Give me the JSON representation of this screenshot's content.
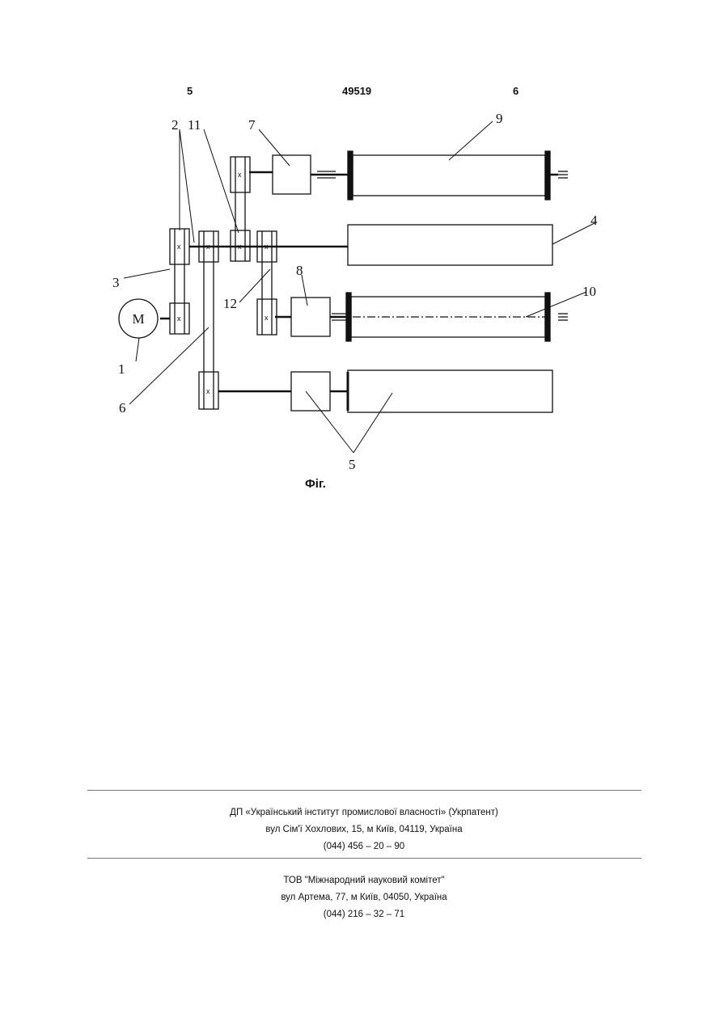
{
  "header": {
    "left_page": "5",
    "patent_number": "49519",
    "right_page": "6"
  },
  "figure": {
    "caption": "Фіг.",
    "motor_symbol": "M",
    "callouts": [
      "1",
      "2",
      "3",
      "4",
      "5",
      "6",
      "7",
      "8",
      "9",
      "10",
      "11",
      "12"
    ],
    "shaft_end_symbol": "≡"
  },
  "footer": {
    "org1": "ДП «Український інститут промислової власності» (Укрпатент)",
    "addr1": "вул Сім'ї Хохлових, 15, м Київ, 04119, Україна",
    "phone1": "(044) 456 – 20 – 90",
    "org2": "ТОВ \"Міжнародний науковий комітет\"",
    "addr2": "вул Артема, 77, м Київ, 04050, Україна",
    "phone2": "(044) 216 – 32 – 71"
  }
}
